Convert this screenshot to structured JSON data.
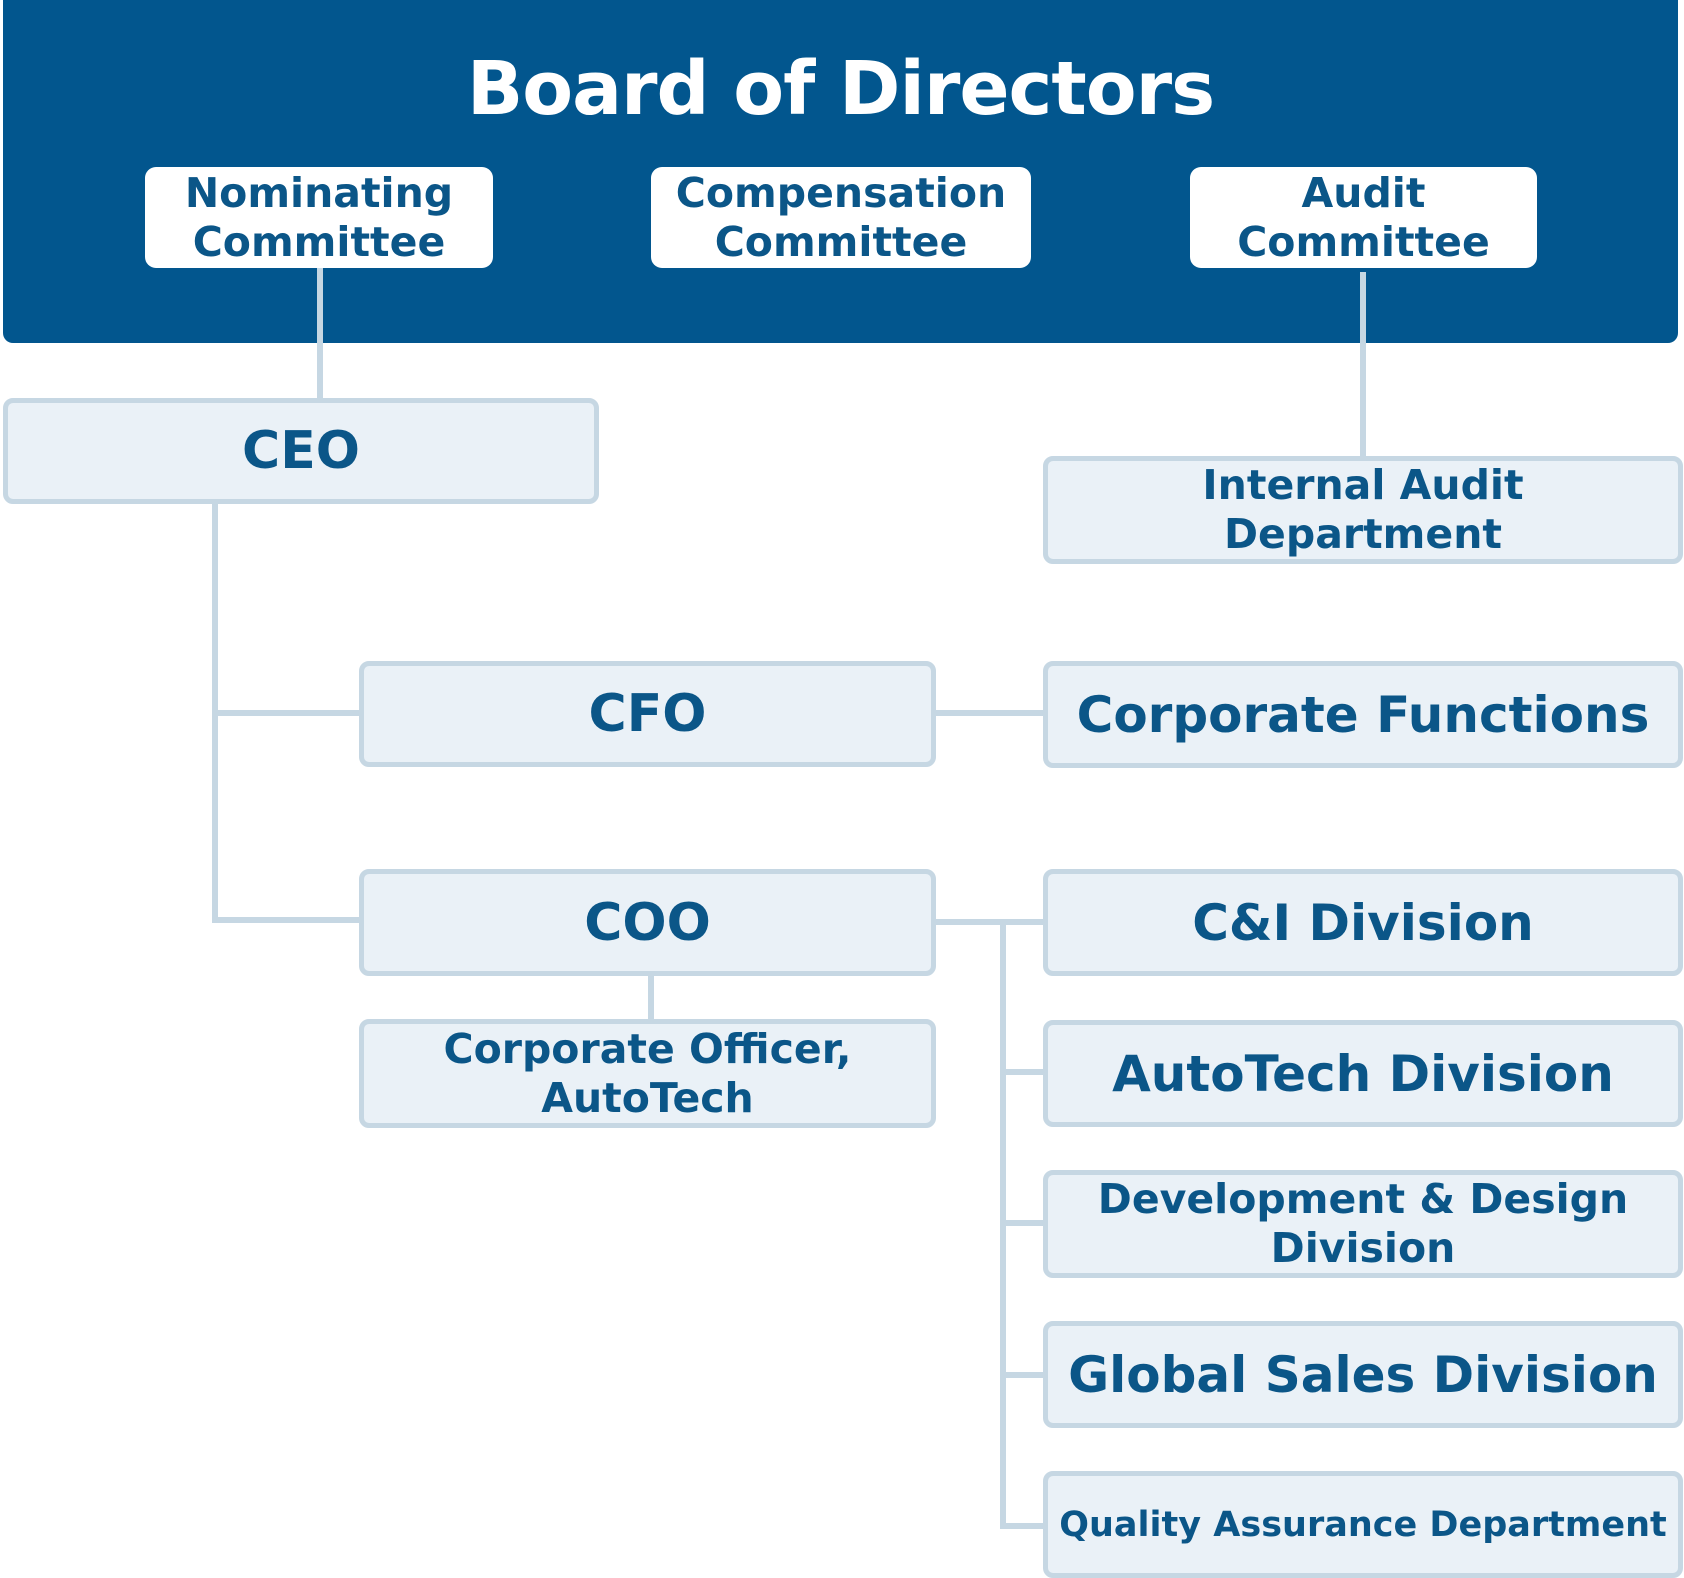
{
  "board": {
    "title": "Board of Directors",
    "committees": [
      {
        "line1": "Nominating",
        "line2": "Committee"
      },
      {
        "line1": "Compensation",
        "line2": "Committee"
      },
      {
        "line1": "Audit",
        "line2": "Committee"
      }
    ]
  },
  "executives": {
    "ceo": "CEO",
    "cfo": "CFO",
    "coo": "COO"
  },
  "departments": {
    "internal_audit": {
      "line1": "Internal Audit",
      "line2": "Department"
    },
    "corporate_functions": "Corporate Functions",
    "corporate_officer": {
      "line1": "Corporate Officer,",
      "line2": "AutoTech"
    },
    "ci_division": "C&I Division",
    "autotech_division": "AutoTech Division",
    "dev_design_division": {
      "line1": "Development & Design",
      "line2": "Division"
    },
    "global_sales_division": "Global Sales Division",
    "quality_assurance": "Quality Assurance Department"
  },
  "colors": {
    "board_background": "#02568e",
    "text": "#0b5688",
    "box_fill": "#eaf1f7",
    "box_border": "#c6d7e3",
    "connector": "#c6d7e3"
  }
}
